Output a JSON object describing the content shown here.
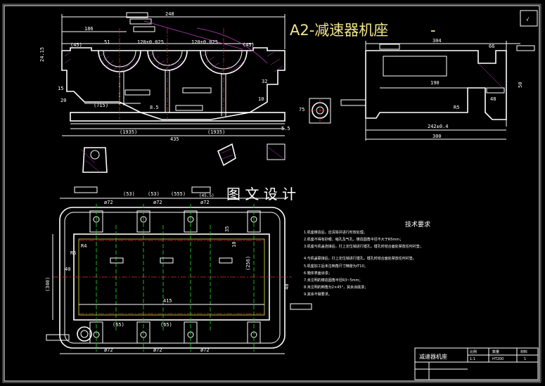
{
  "title": "A2-减速器机座",
  "title_suffix": "-",
  "watermark": "图 文 设 计",
  "tech_requirements": {
    "heading": "技术要求",
    "items": [
      "1.机座铸造后，应清除并进行时效处理。",
      "2.机座不得有砂眼、缩孔及气孔，铸造圆角半径不大于R5mm；",
      "3.机座与机盖连接后，打上定位销进行镗孔，镗孔时结合面处禁放任何衬垫；",
      "4.与机盖联接后，打上定位销进行镗孔。镗孔时结合面处禁放任何衬垫。",
      "5.机座加工后未注倒角尺寸精度为IT10；",
      "6.箱体表面涂漆；",
      "7.未注明的铸造圆角半径R3~5mm；",
      "8.未注明的倒角为2×45°，其余涂底漆；",
      "9.其余不做要求。"
    ]
  },
  "title_block": {
    "name": "减速器机座",
    "labels": [
      "比例",
      "数量",
      "材料",
      "1:1",
      "HT200",
      "1"
    ]
  },
  "dimensions": {
    "front_top": [
      "248",
      "186",
      "(45)",
      "51",
      "120±0.025",
      "120±0.025",
      "(45)"
    ],
    "front_bottom": [
      "(1935)",
      "(1935)",
      "435",
      "5.5"
    ],
    "front_mid": [
      "(715)",
      "8.5",
      "10",
      "75",
      "32"
    ],
    "front_left": [
      "24.15",
      "15",
      "20"
    ],
    "side_top": [
      "304",
      "66"
    ],
    "side_mid": [
      "190",
      "R5",
      "48",
      "50"
    ],
    "side_bottom": [
      "242±0.4",
      "300"
    ],
    "plan_top": [
      "(53)",
      "(53)",
      "(555)",
      "(45.5)",
      "ø72",
      "ø72",
      "ø72"
    ],
    "plan_mid": [
      "415",
      "(256)",
      "(340)",
      "40",
      "35",
      "10",
      "(65)",
      "(65)"
    ],
    "plan_bottom": [
      "ø72",
      "ø72",
      "ø72"
    ],
    "r_labels": [
      "R4",
      "40",
      "R5"
    ]
  },
  "ui": {
    "checkmark": "√"
  }
}
